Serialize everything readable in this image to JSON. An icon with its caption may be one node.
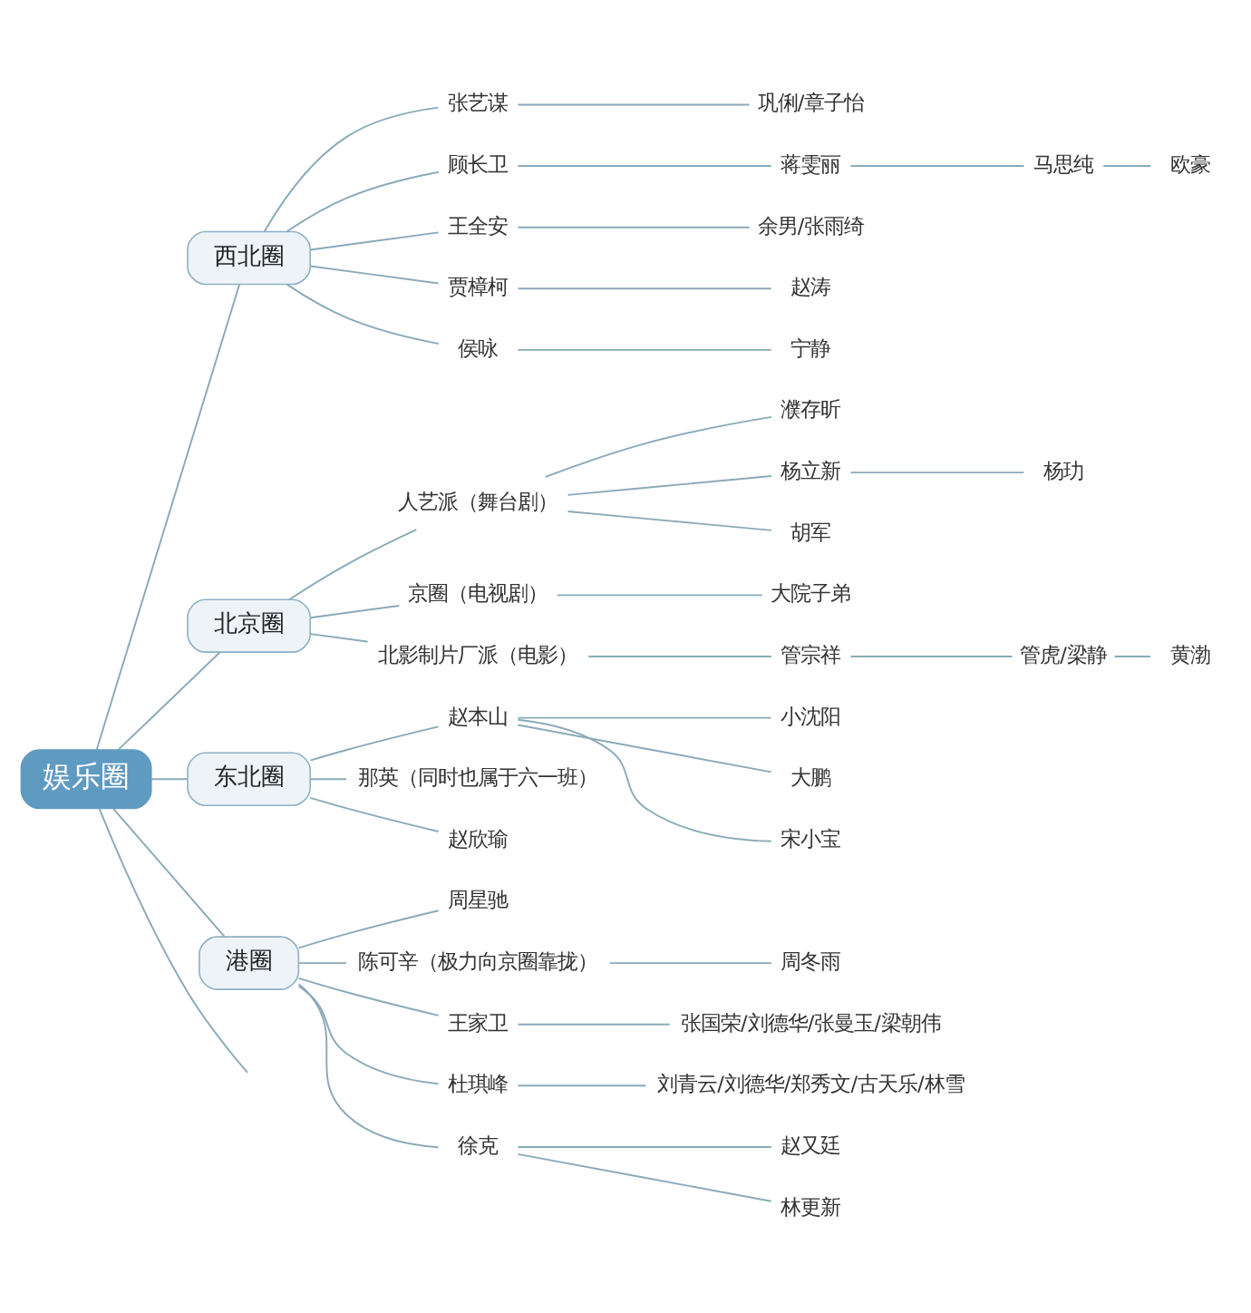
{
  "diagram": {
    "nodes": [
      {
        "text": [
          "娱乐圈"
        ]
      },
      {
        "text": [
          "西北圈"
        ]
      },
      {
        "text": [
          "张艺谋"
        ]
      },
      {
        "text": [
          "巩俐/章子怡"
        ]
      },
      {
        "text": [
          "顾长卫"
        ]
      },
      {
        "text": [
          "蒋雯丽"
        ]
      },
      {
        "text": [
          "马思纯"
        ]
      },
      {
        "text": [
          "欧豪"
        ]
      },
      {
        "text": [
          "王全安"
        ]
      },
      {
        "text": [
          "余男/张雨绮"
        ]
      },
      {
        "text": [
          "贾樟柯"
        ]
      },
      {
        "text": [
          "赵涛"
        ]
      },
      {
        "text": [
          "侯咏"
        ]
      },
      {
        "text": [
          "宁静"
        ]
      },
      {
        "text": [
          "北京圈"
        ]
      },
      {
        "text": [
          "人艺派（舞台剧）"
        ]
      },
      {
        "text": [
          "濮存昕"
        ]
      },
      {
        "text": [
          "杨立新"
        ]
      },
      {
        "text": [
          "杨玏"
        ]
      },
      {
        "text": [
          "胡军"
        ]
      },
      {
        "text": [
          "京圈（电视剧）"
        ]
      },
      {
        "text": [
          "大院子弟"
        ]
      },
      {
        "text": [
          "北影制片厂派（电影）"
        ]
      },
      {
        "text": [
          "管宗祥"
        ]
      },
      {
        "text": [
          "管虎/梁静"
        ]
      },
      {
        "text": [
          "黄渤"
        ]
      },
      {
        "text": [
          "东北圈"
        ]
      },
      {
        "text": [
          "赵本山"
        ]
      },
      {
        "text": [
          "小沈阳"
        ]
      },
      {
        "text": [
          "大鹏"
        ]
      },
      {
        "text": [
          "宋小宝"
        ]
      },
      {
        "text": [
          "那英（同时也属于六一班）"
        ]
      },
      {
        "text": [
          "赵欣瑜"
        ]
      },
      {
        "text": [
          "港圈"
        ]
      },
      {
        "text": [
          "周星驰"
        ]
      },
      {
        "text": [
          "陈可辛（极力向京圈靠拢）"
        ]
      },
      {
        "text": [
          "周冬雨"
        ]
      },
      {
        "text": [
          "王家卫"
        ]
      },
      {
        "text": [
          "张国荣/刘德华/张曼玉/梁朝伟"
        ]
      },
      {
        "text": [
          "杜琪峰"
        ]
      },
      {
        "text": [
          "刘青云/刘德华/郑秀文/古天乐/林雪"
        ]
      },
      {
        "text": [
          "徐克"
        ]
      },
      {
        "text": [
          "赵又廷"
        ]
      },
      {
        "text": [
          "林更新"
        ]
      }
    ],
    "edges": [
      {
        "from": 0,
        "to": 1,
        "arrow": "none"
      },
      {
        "from": 1,
        "to": 2,
        "arrow": "none"
      },
      {
        "from": 2,
        "to": 3,
        "arrow": "none"
      },
      {
        "from": 1,
        "to": 4,
        "arrow": "none"
      },
      {
        "from": 4,
        "to": 5,
        "arrow": "none"
      },
      {
        "from": 5,
        "to": 6,
        "arrow": "none"
      },
      {
        "from": 6,
        "to": 7,
        "arrow": "none"
      },
      {
        "from": 1,
        "to": 8,
        "arrow": "none"
      },
      {
        "from": 8,
        "to": 9,
        "arrow": "none"
      },
      {
        "from": 1,
        "to": 10,
        "arrow": "none"
      },
      {
        "from": 10,
        "to": 11,
        "arrow": "none"
      },
      {
        "from": 1,
        "to": 12,
        "arrow": "none"
      },
      {
        "from": 12,
        "to": 13,
        "arrow": "none"
      },
      {
        "from": 0,
        "to": 14,
        "arrow": "none"
      },
      {
        "from": 14,
        "to": 15,
        "arrow": "none"
      },
      {
        "from": 15,
        "to": 16,
        "arrow": "none"
      },
      {
        "from": 15,
        "to": 17,
        "arrow": "none"
      },
      {
        "from": 17,
        "to": 18,
        "arrow": "none"
      },
      {
        "from": 15,
        "to": 19,
        "arrow": "none"
      },
      {
        "from": 14,
        "to": 20,
        "arrow": "none"
      },
      {
        "from": 20,
        "to": 21,
        "arrow": "none"
      },
      {
        "from": 14,
        "to": 22,
        "arrow": "none"
      },
      {
        "from": 22,
        "to": 23,
        "arrow": "none"
      },
      {
        "from": 23,
        "to": 24,
        "arrow": "none"
      },
      {
        "from": 24,
        "to": 25,
        "arrow": "none"
      },
      {
        "from": 0,
        "to": 26,
        "arrow": "none"
      },
      {
        "from": 26,
        "to": 27,
        "arrow": "none"
      },
      {
        "from": 27,
        "to": 28,
        "arrow": "none"
      },
      {
        "from": 27,
        "to": 29,
        "arrow": "none"
      },
      {
        "from": 27,
        "to": 30,
        "arrow": "none"
      },
      {
        "from": 26,
        "to": 31,
        "arrow": "none"
      },
      {
        "from": 26,
        "to": 32,
        "arrow": "none"
      },
      {
        "from": 0,
        "to": 33,
        "arrow": "none"
      },
      {
        "from": 33,
        "to": 34,
        "arrow": "none"
      },
      {
        "from": 33,
        "to": 35,
        "arrow": "none"
      },
      {
        "from": 35,
        "to": 36,
        "arrow": "none"
      },
      {
        "from": 33,
        "to": 37,
        "arrow": "none"
      },
      {
        "from": 37,
        "to": 38,
        "arrow": "none"
      },
      {
        "from": 33,
        "to": 39,
        "arrow": "none"
      },
      {
        "from": 39,
        "to": 40,
        "arrow": "none"
      },
      {
        "from": 33,
        "to": 41,
        "arrow": "none"
      },
      {
        "from": 41,
        "to": 42,
        "arrow": "none"
      },
      {
        "from": 41,
        "to": 43,
        "arrow": "none"
      },
      {
        "from": 0,
        "to": null,
        "arrow": "none"
      }
    ]
  }
}
